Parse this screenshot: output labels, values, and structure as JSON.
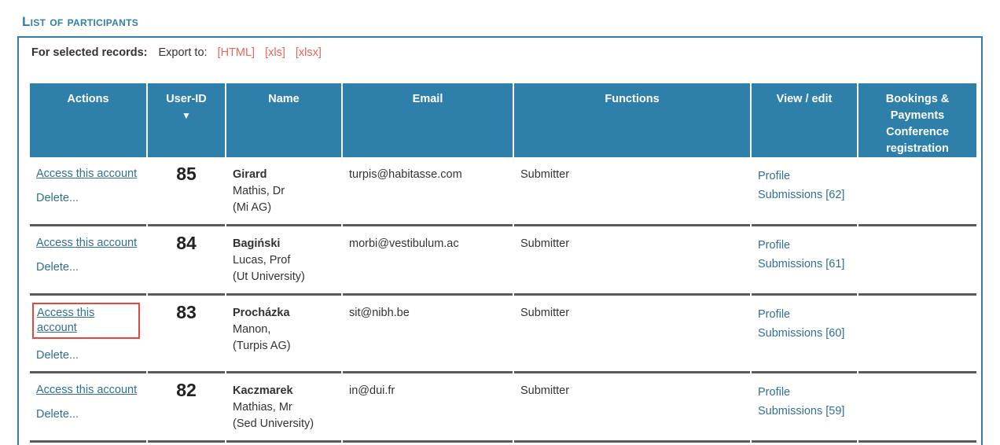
{
  "page_title": "List of participants",
  "export_bar": {
    "label": "For selected records:",
    "export_to": "Export to:",
    "links": [
      "[HTML]",
      "[xls]",
      "[xlsx]"
    ]
  },
  "table": {
    "headers": {
      "actions": "Actions",
      "user_id": "User-ID",
      "user_id_sort": "▼",
      "name": "Name",
      "email": "Email",
      "functions": "Functions",
      "view_edit": "View / edit",
      "bookings": "Bookings & Payments Conference registration"
    },
    "row_actions": {
      "access": "Access this account",
      "delete": "Delete..."
    },
    "rows": [
      {
        "user_id": "85",
        "name_last": "Girard",
        "name_first": "Mathis, Dr",
        "name_org": "(Mi AG)",
        "email": "turpis@habitasse.com",
        "functions": "Submitter",
        "profile": "Profile",
        "submissions": "Submissions [62]",
        "bookings": "",
        "highlighted": false
      },
      {
        "user_id": "84",
        "name_last": "Bagiński",
        "name_first": "Lucas, Prof",
        "name_org": "(Ut University)",
        "email": "morbi@vestibulum.ac",
        "functions": "Submitter",
        "profile": "Profile",
        "submissions": "Submissions [61]",
        "bookings": "",
        "highlighted": false
      },
      {
        "user_id": "83",
        "name_last": "Procházka",
        "name_first": "Manon,",
        "name_org": "(Turpis AG)",
        "email": "sit@nibh.be",
        "functions": "Submitter",
        "profile": "Profile",
        "submissions": "Submissions [60]",
        "bookings": "",
        "highlighted": true
      },
      {
        "user_id": "82",
        "name_last": "Kaczmarek",
        "name_first": "Mathias, Mr",
        "name_org": "(Sed University)",
        "email": "in@dui.fr",
        "functions": "Submitter",
        "profile": "Profile",
        "submissions": "Submissions [59]",
        "bookings": "",
        "highlighted": false
      }
    ]
  },
  "colors": {
    "header_blue": "#2e80ab",
    "link_blue": "#31708f",
    "export_red": "#e8645c",
    "highlight_red": "#e8453c",
    "row_divider": "#5a5a5a"
  }
}
